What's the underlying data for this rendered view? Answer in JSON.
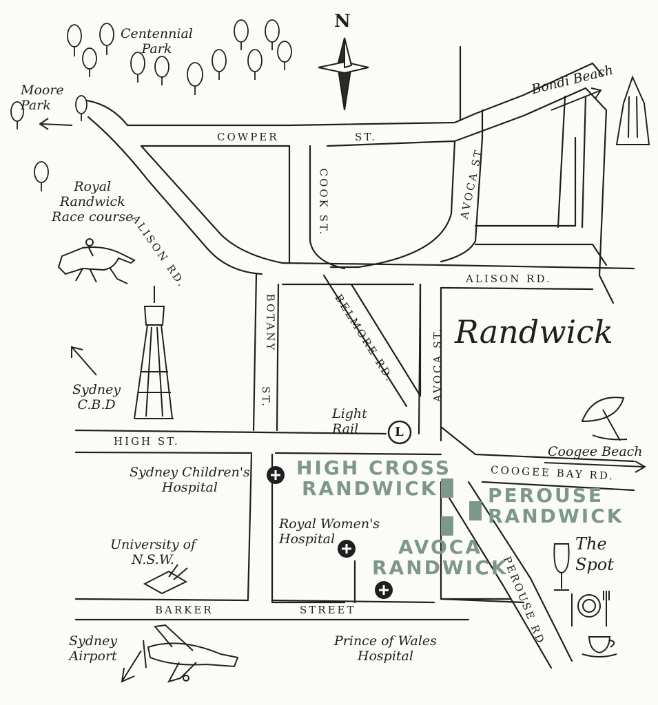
{
  "compass": "N",
  "suburb": "Randwick",
  "colors": {
    "ink": "#1f1f1f",
    "accent": "#7d978b",
    "paper": "#fbfbf8"
  },
  "streets": {
    "cowper": "COWPER",
    "cowper_suffix": "ST.",
    "alison_rd_diag": "ALISON RD.",
    "cook": "COOK ST.",
    "avoca_top": "AVOCA ST.",
    "alison_rd_east": "ALISON RD.",
    "botany": "BOTANY",
    "botany_suffix": "ST.",
    "belmore": "BELMORE RD.",
    "avoca_mid": "AVOCA ST.",
    "high": "HIGH ST.",
    "coogee_bay": "COOGEE BAY RD.",
    "barker": "BARKER",
    "barker_suffix": "STREET",
    "perouse": "PEROUSE RD."
  },
  "places": {
    "centennial_1": "Centennial",
    "centennial_2": "Park",
    "moore_1": "Moore",
    "moore_2": "Park",
    "bondi": "Bondi Beach",
    "race_1": "Royal",
    "race_2": "Randwick",
    "race_3": "Race course",
    "cbd_1": "Sydney",
    "cbd_2": "C.B.D",
    "light_1": "Light",
    "light_2": "Rail",
    "light_marker": "L",
    "coogee": "Coogee Beach",
    "childrens_1": "Sydney Children's",
    "childrens_2": "Hospital",
    "womens_1": "Royal Women's",
    "womens_2": "Hospital",
    "unsw_1": "University of",
    "unsw_2": "N.S.W.",
    "spot_1": "The",
    "spot_2": "Spot",
    "airport_1": "Sydney",
    "airport_2": "Airport",
    "pow_1": "Prince of Wales",
    "pow_2": "Hospital"
  },
  "venues": {
    "highcross_1": "HIGH CROSS",
    "highcross_2": "RANDWICK",
    "perouse_1": "PEROUSE",
    "perouse_2": "RANDWICK",
    "avoca_1": "AVOCA",
    "avoca_2": "RANDWICK"
  }
}
